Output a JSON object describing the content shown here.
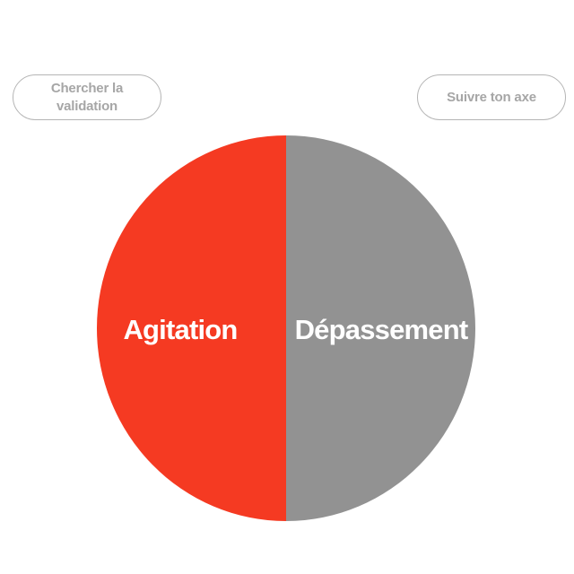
{
  "buttons": {
    "left_label": "Chercher la validation",
    "right_label": "Suivre ton axe"
  },
  "circle": {
    "left": {
      "label": "Agitation",
      "color": "#f53a22"
    },
    "right": {
      "label": "Dépassement",
      "color": "#929292"
    }
  }
}
